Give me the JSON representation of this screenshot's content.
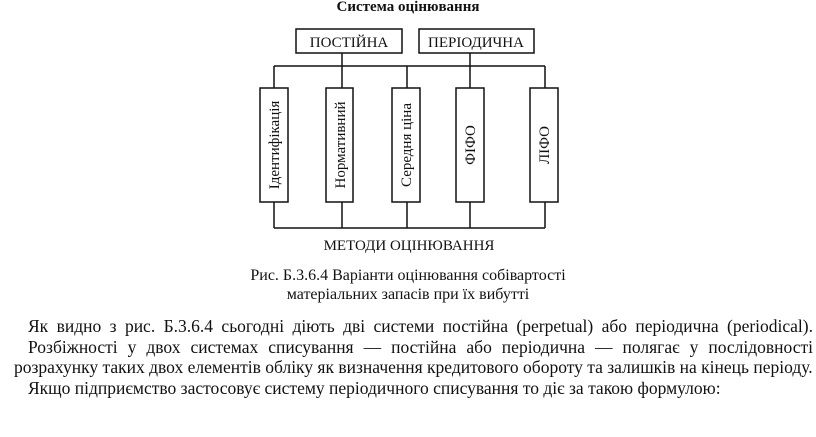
{
  "title": "Система оцінювання",
  "systems": [
    "ПОСТІЙНА",
    "ПЕРІОДИЧНА"
  ],
  "methods": [
    "Ідентифікація",
    "Нормативний",
    "Середня ціна",
    "ФІФО",
    "ЛІФО"
  ],
  "methods_label": "МЕТОДИ ОЦІНЮВАННЯ",
  "caption": [
    "Рис. Б.3.6.4 Варіанти оцінювання собівартості",
    "матеріальних запасів при їх вибутті"
  ],
  "paragraphs": [
    "Як видно з рис. Б.3.6.4 сьогодні діють дві системи постійна (perpetual) або періодична (periodical).",
    "Розбіжності у двох системах списування — постійна або періодична — полягає у послідовності розрахунку таких двох елементів обліку як визначення кредитового обороту та залишків на кінець періоду.",
    "Якщо підприємство застосовує систему періодичного списування то діє за такою формулою:"
  ]
}
